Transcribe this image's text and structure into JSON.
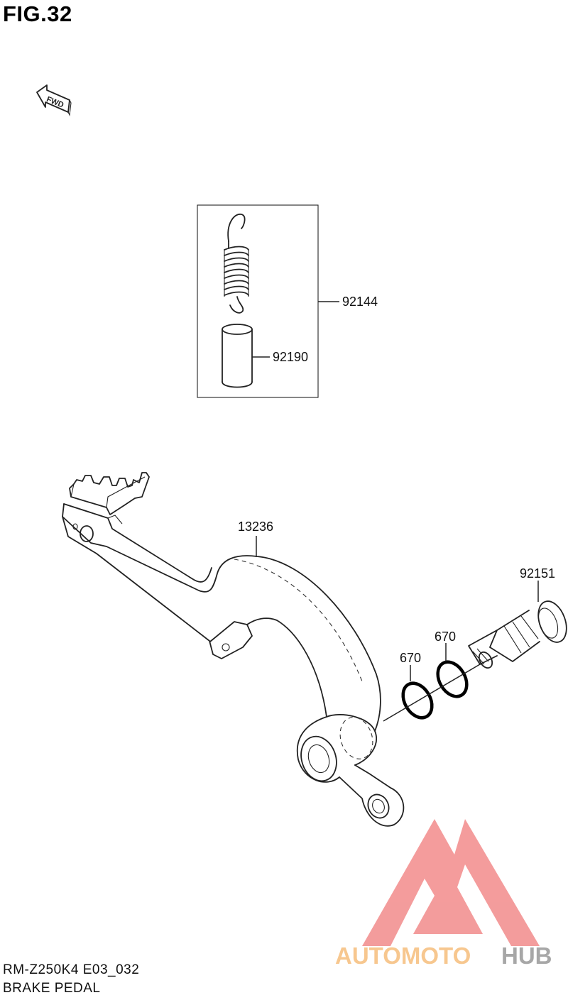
{
  "figure": {
    "title": "FIG.32"
  },
  "direction": {
    "label": "FWD"
  },
  "callouts": {
    "spring_kit": "92144",
    "sleeve": "92190",
    "pedal": "13236",
    "shaft": "92151",
    "oring_a": "670",
    "oring_b": "670"
  },
  "footer": {
    "code": "RM-Z250K4 E03_032",
    "name": "BRAKE PEDAL"
  },
  "watermark": {
    "text_part1": "AUTOMOTO",
    "text_part2": "HUB",
    "colors": {
      "logo": "#f07b7b",
      "text1": "#f5b56a",
      "text2": "#8a8a8a"
    }
  }
}
